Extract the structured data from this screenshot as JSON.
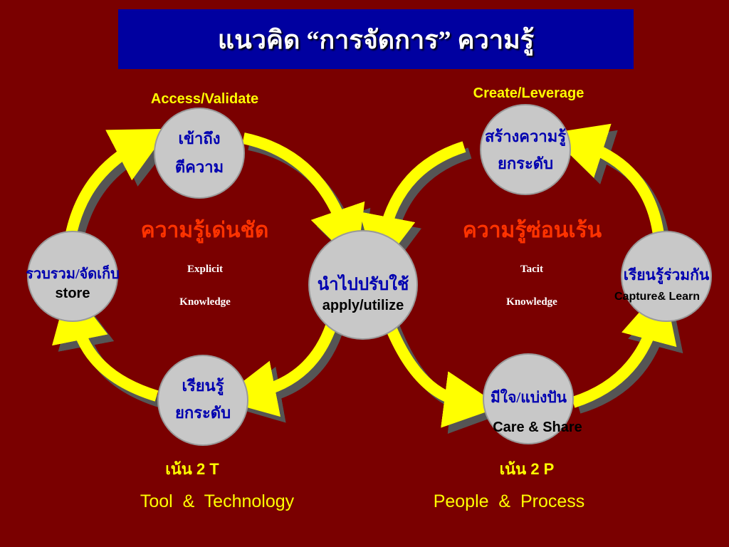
{
  "title": "แนวคิด “การจัดการ” ความรู้",
  "left_cycle": {
    "header": "Access/Validate",
    "center_thai": "ความรู้เด่นชัด",
    "center_eng_1": "Explicit",
    "center_eng_2": "Knowledge",
    "footer_thai": "เน้น 2 T",
    "footer_eng": "Tool  &  Technology",
    "nodes": {
      "top_line1": "เข้าถึง",
      "top_line2": "ตีความ",
      "left_thai": "รวบรวม/จัดเก็บ",
      "left_eng": "store",
      "bottom_line1": "เรียนรู้",
      "bottom_line2": "ยกระดับ"
    }
  },
  "center_node": {
    "thai": "นำไปปรับใช้",
    "eng": "apply/utilize"
  },
  "right_cycle": {
    "header": "Create/Leverage",
    "center_thai": "ความรู้ซ่อนเร้น",
    "center_eng_1": "Tacit",
    "center_eng_2": "Knowledge",
    "footer_thai": "เน้น 2 P",
    "footer_eng": "People  &  Process",
    "nodes": {
      "top_line1": "สร้างความรู้",
      "top_line2": "ยกระดับ",
      "right_thai": "เรียนรู้ร่วมกัน",
      "right_eng": "Capture& Learn",
      "bottom_thai": "มีใจ/แบ่งปัน",
      "bottom_eng": "Care & Share"
    }
  },
  "colors": {
    "background": "#7a0000",
    "title_box": "#0000a0",
    "node_fill": "#c8c8c8",
    "arrow": "#ffff00",
    "arrow_shadow": "#555555"
  }
}
